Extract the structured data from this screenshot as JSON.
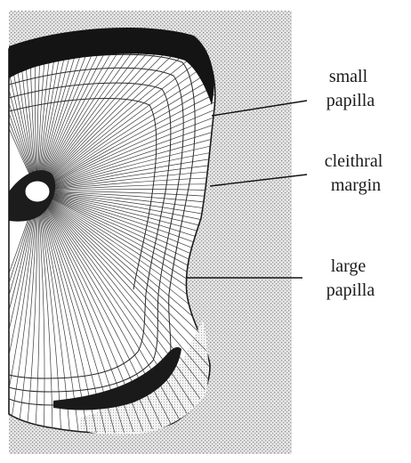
{
  "figure": {
    "labels": {
      "small_papilla": [
        "small",
        "papilla"
      ],
      "cleithral_margin": [
        "cleithral",
        "margin"
      ],
      "large_papilla": [
        "large",
        "papilla"
      ]
    }
  }
}
